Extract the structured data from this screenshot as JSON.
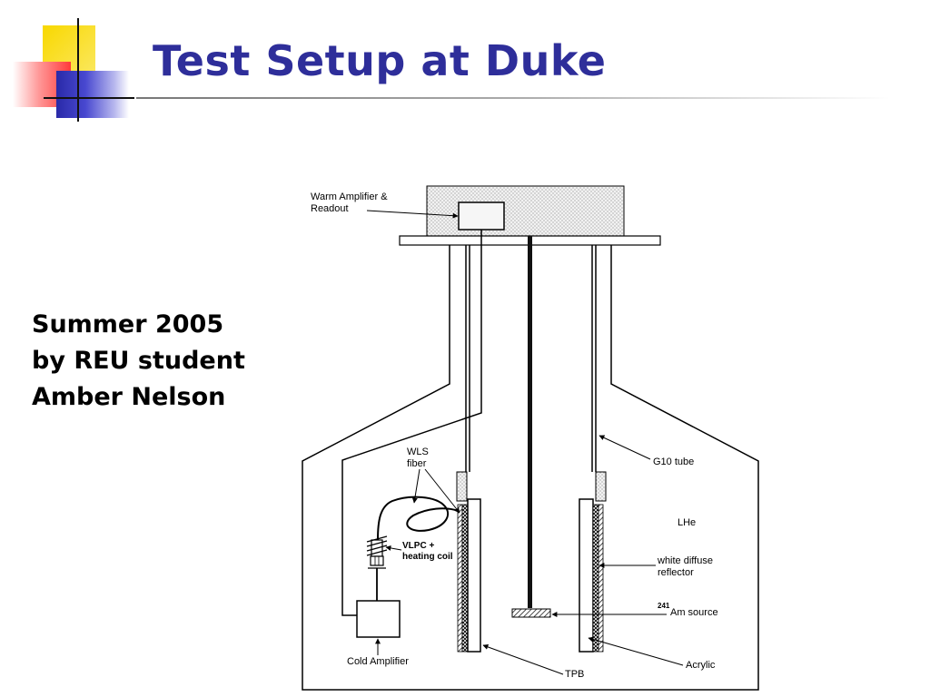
{
  "title": "Test Setup at Duke",
  "credit": {
    "line1": "Summer 2005",
    "line2": "by REU student",
    "line3": "Amber Nelson"
  },
  "diagram": {
    "labels": {
      "warm_amp_line1": "Warm Amplifier &",
      "warm_amp_line2": "Readout",
      "wls_line1": "WLS",
      "wls_line2": "fiber",
      "vlpc_line1": "VLPC +",
      "vlpc_line2": "heating coil",
      "g10_tube": "G10 tube",
      "lhe": "LHe",
      "reflector_line1": "white diffuse",
      "reflector_line2": "reflector",
      "source_sup": "241",
      "source_text": "Am  source",
      "acrylic": "Acrylic",
      "cold_amplifier": "Cold Amplifier",
      "tpb": "TPB"
    }
  }
}
